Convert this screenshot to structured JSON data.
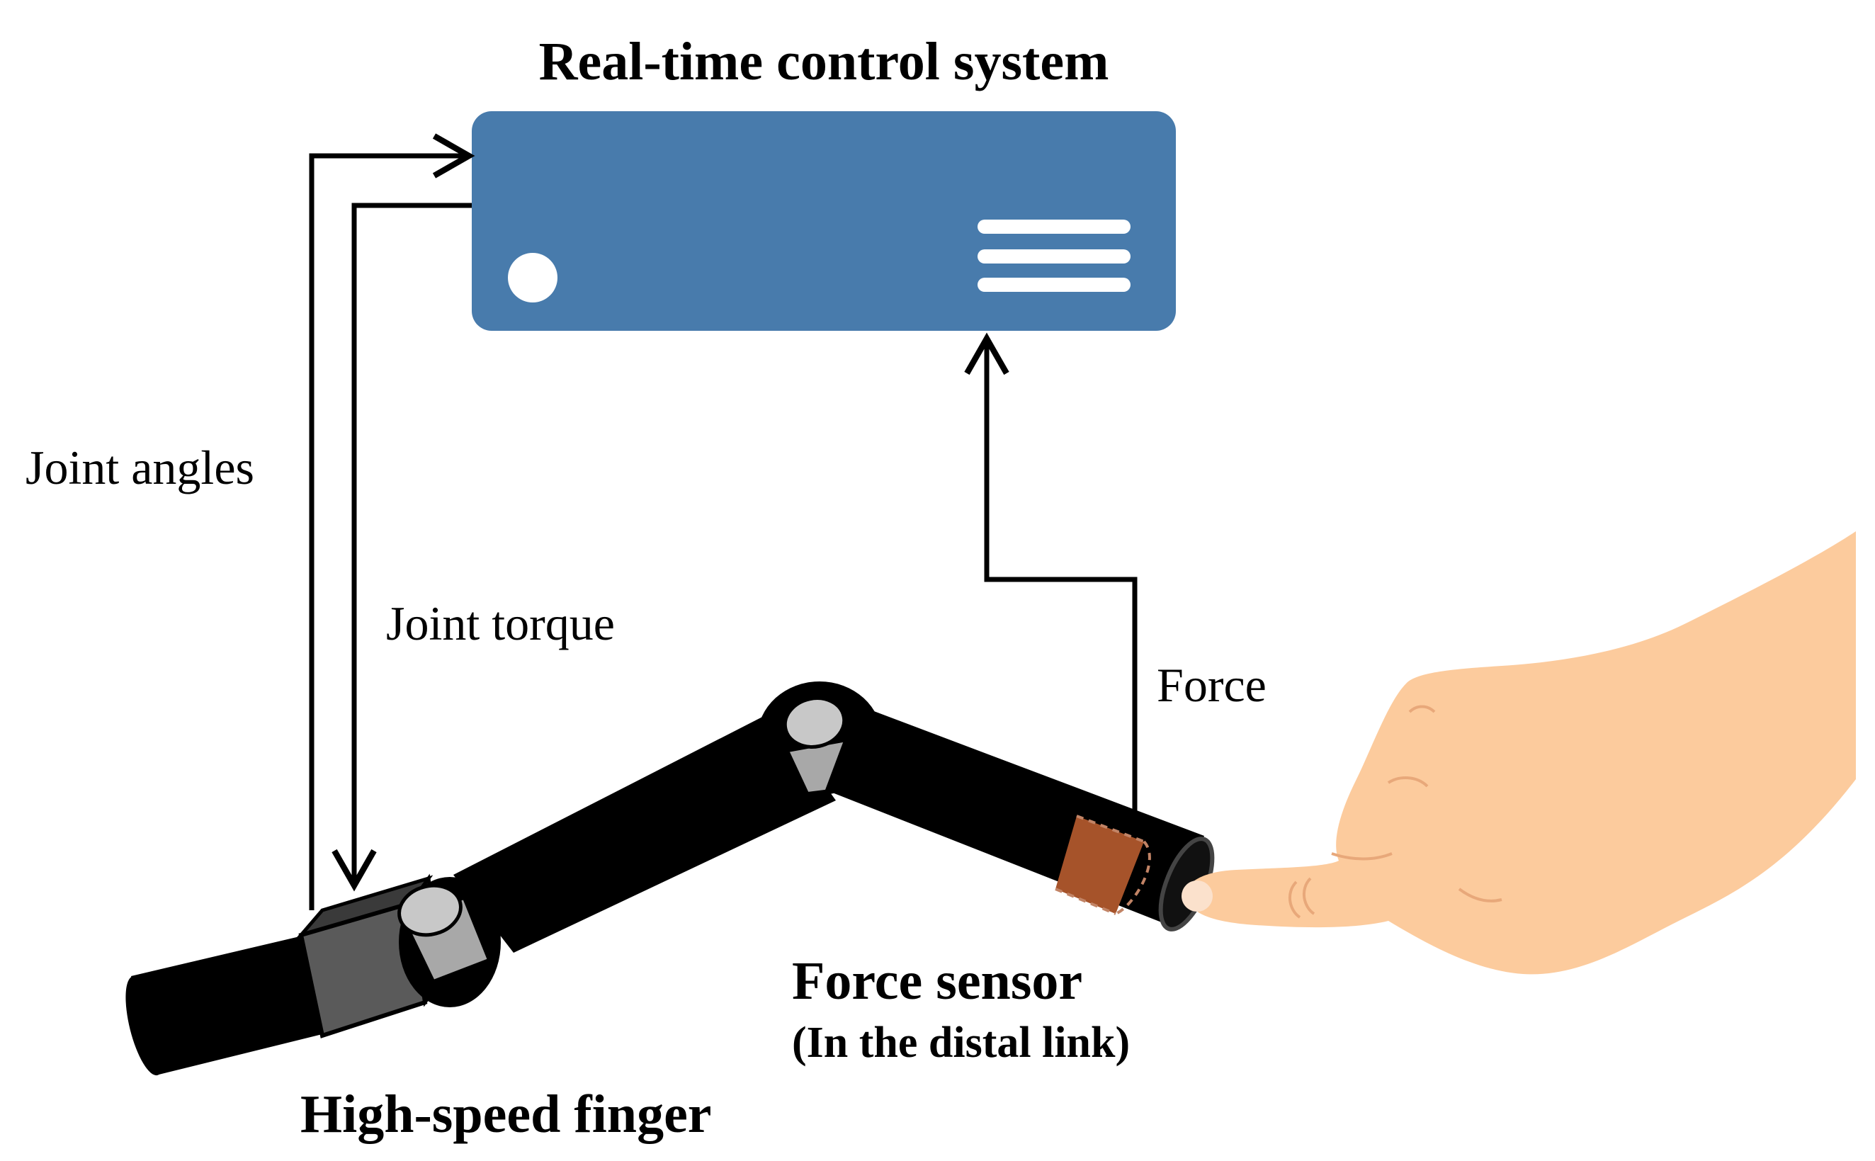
{
  "title": "Real-time control system",
  "labels": {
    "joint_angles": "Joint angles",
    "joint_torque": "Joint torque",
    "force": "Force",
    "force_sensor": "Force sensor",
    "force_sensor_note": "(In the distal link)",
    "finger": "High-speed finger"
  },
  "colors": {
    "controller": "#487bac",
    "arm": "#000000",
    "joint_light": "#c8c8c8",
    "joint_mid": "#a8a8a8",
    "motor_dark": "#5a5a5a",
    "sensor": "#a6532a",
    "skin": "#fccb9d",
    "skin_line": "#e8a87a"
  },
  "icons": {
    "controller": "control-box-icon",
    "hand": "pointing-hand-icon"
  }
}
